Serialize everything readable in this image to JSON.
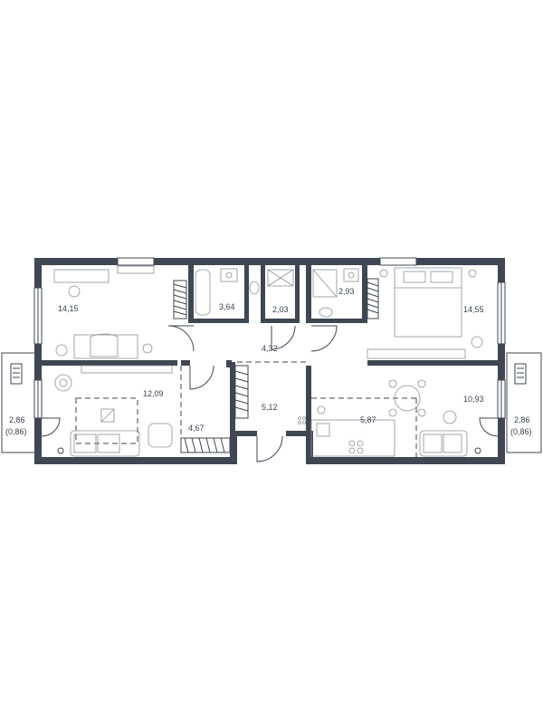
{
  "rooms": [
    {
      "id": "bedroom-left",
      "area": "14,15"
    },
    {
      "id": "living-left",
      "area": "12,09"
    },
    {
      "id": "wardrobe",
      "area": "4,67"
    },
    {
      "id": "bathroom",
      "area": "3,64"
    },
    {
      "id": "toilet",
      "area": "2,03"
    },
    {
      "id": "hall",
      "area": "4,32"
    },
    {
      "id": "corridor",
      "area": "5,12"
    },
    {
      "id": "shower-room",
      "area": "2,93"
    },
    {
      "id": "bedroom-right",
      "area": "14,55"
    },
    {
      "id": "kitchen",
      "area": "5,87"
    },
    {
      "id": "dining",
      "area": "10,93"
    }
  ],
  "balconies": [
    {
      "id": "balcony-left",
      "area": "2,86",
      "reduced": "(0,86)"
    },
    {
      "id": "balcony-right",
      "area": "2,86",
      "reduced": "(0,86)"
    }
  ],
  "colors": {
    "wall": "#3e4752",
    "text": "#3a4350",
    "furniture": "#8a9099"
  }
}
